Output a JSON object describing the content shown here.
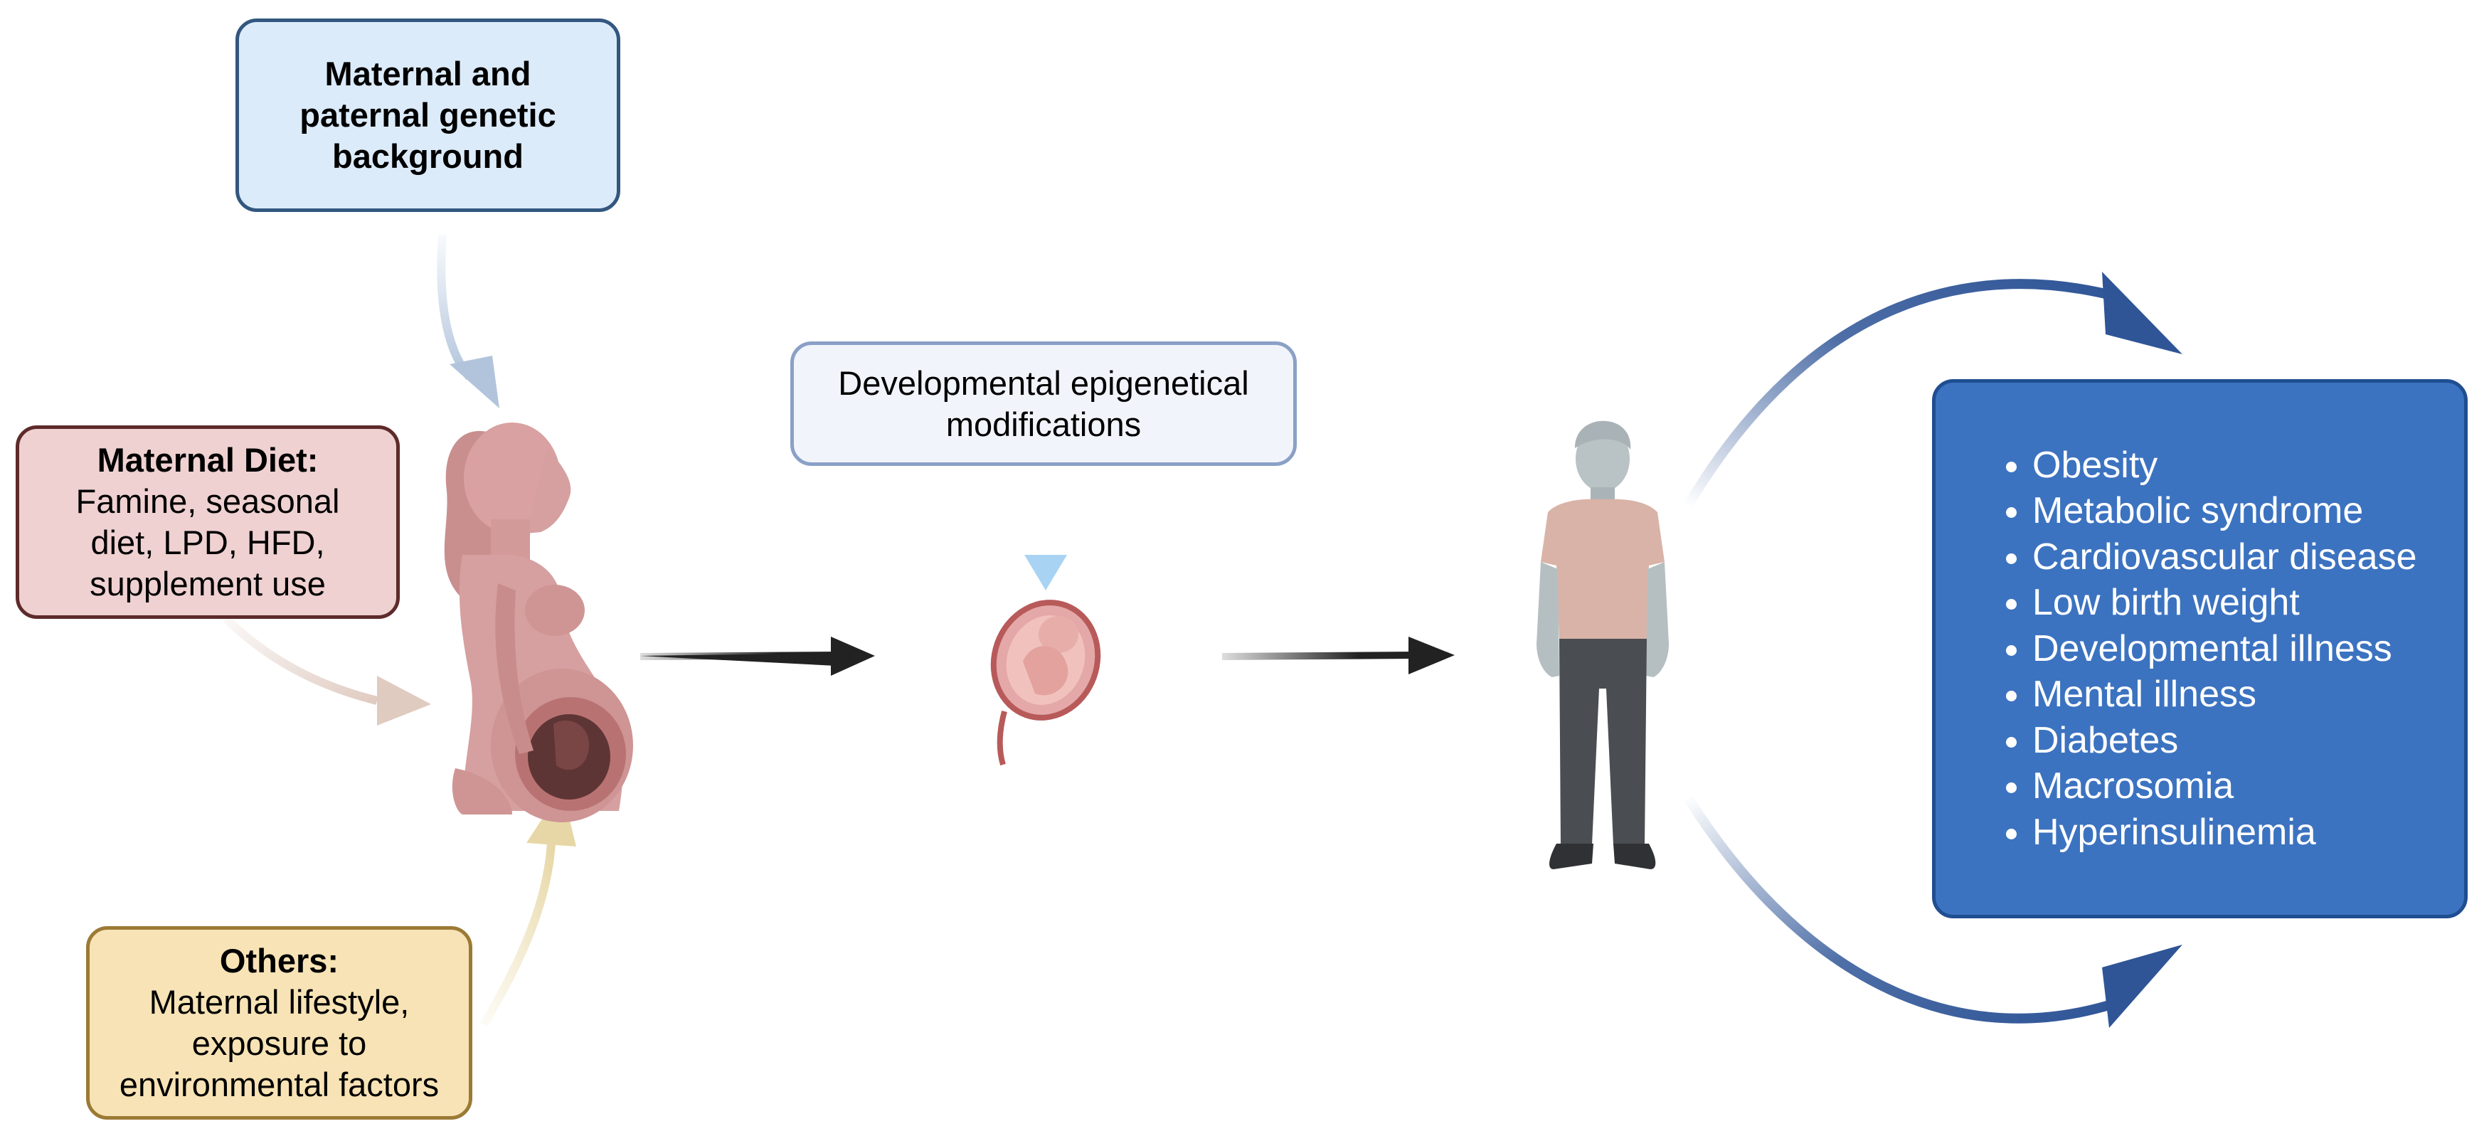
{
  "genetic": {
    "label": "Maternal and paternal genetic background"
  },
  "diet": {
    "title": "Maternal Diet:",
    "body": "Famine, seasonal diet, LPD, HFD, supplement use"
  },
  "others": {
    "title": "Others:",
    "body": "Maternal lifestyle, exposure to environmental factors"
  },
  "epigenetic": {
    "label": "Developmental epigenetical modifications"
  },
  "outcomes": {
    "items": [
      "Obesity",
      "Metabolic syndrome",
      "Cardiovascular disease",
      "Low birth weight",
      "Developmental illness",
      "Mental illness",
      "Diabetes",
      "Macrosomia",
      "Hyperinsulinemia"
    ]
  },
  "colors": {
    "genetic_fill": "#dcebfa",
    "diet_fill": "#efd1d1",
    "others_fill": "#f7e3b5",
    "outcomes_fill": "#3c73c0",
    "black_arrow": "#222222",
    "blue_arrow": "#2f5597"
  },
  "icons": {
    "mother": "pregnant-woman-icon",
    "fetus": "fetus-icon",
    "adult": "adult-person-icon"
  }
}
